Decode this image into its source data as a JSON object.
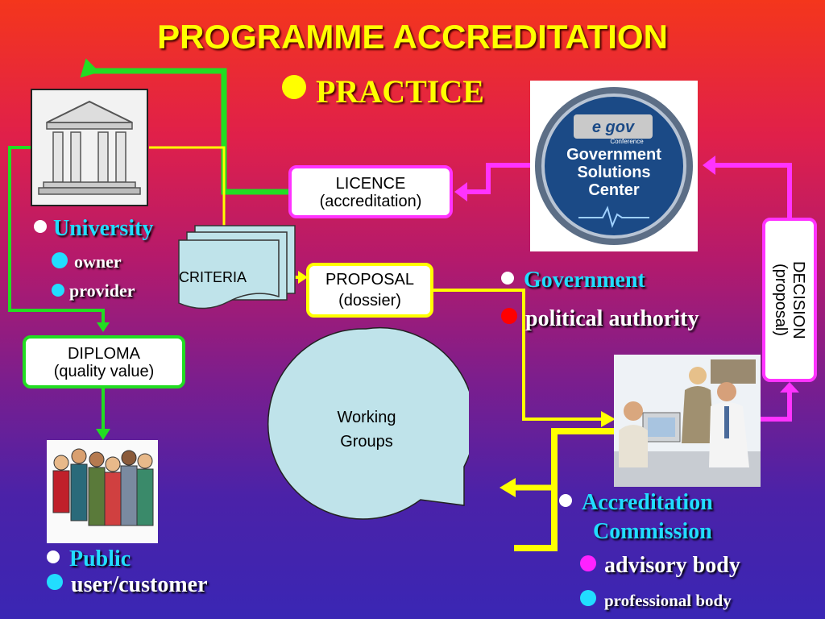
{
  "title": "PROGRAMME ACCREDITATION",
  "subtitle": "PRACTICE",
  "licence": {
    "line1": "LICENCE",
    "line2": "(accreditation)"
  },
  "proposal": {
    "line1": "PROPOSAL",
    "line2": "(dossier)"
  },
  "diploma": {
    "line1": "DIPLOMA",
    "line2": "(quality value)"
  },
  "decision": {
    "line1": "DECISION",
    "line2": "(proposal)"
  },
  "criteria": "CRITERIA",
  "working_groups": {
    "line1": "Working",
    "line2": "Groups"
  },
  "university": {
    "label": "University",
    "owner": "owner",
    "provider": "provider"
  },
  "public": {
    "label": "Public",
    "sub": "user/customer"
  },
  "government": {
    "label": "Government",
    "sub": "political authority"
  },
  "commission": {
    "line1": "Accreditation",
    "line2": "Commission",
    "advisory": "advisory body",
    "professional": "professional body"
  },
  "gov_logo": {
    "top": "e gov",
    "small": "Conference",
    "line1": "Government",
    "line2": "Solutions",
    "line3": "Center"
  },
  "colors": {
    "title": "#ffff00",
    "licence_border": "#ff33ff",
    "proposal_border": "#ffff00",
    "diploma_border": "#22dd22",
    "bullet_cyan": "#22ddff",
    "bullet_red": "#ff0000",
    "bullet_magenta": "#ff22ff"
  },
  "icons": [
    "university-building-icon",
    "people-group-icon",
    "office-meeting-icon",
    "gov-solutions-logo"
  ]
}
